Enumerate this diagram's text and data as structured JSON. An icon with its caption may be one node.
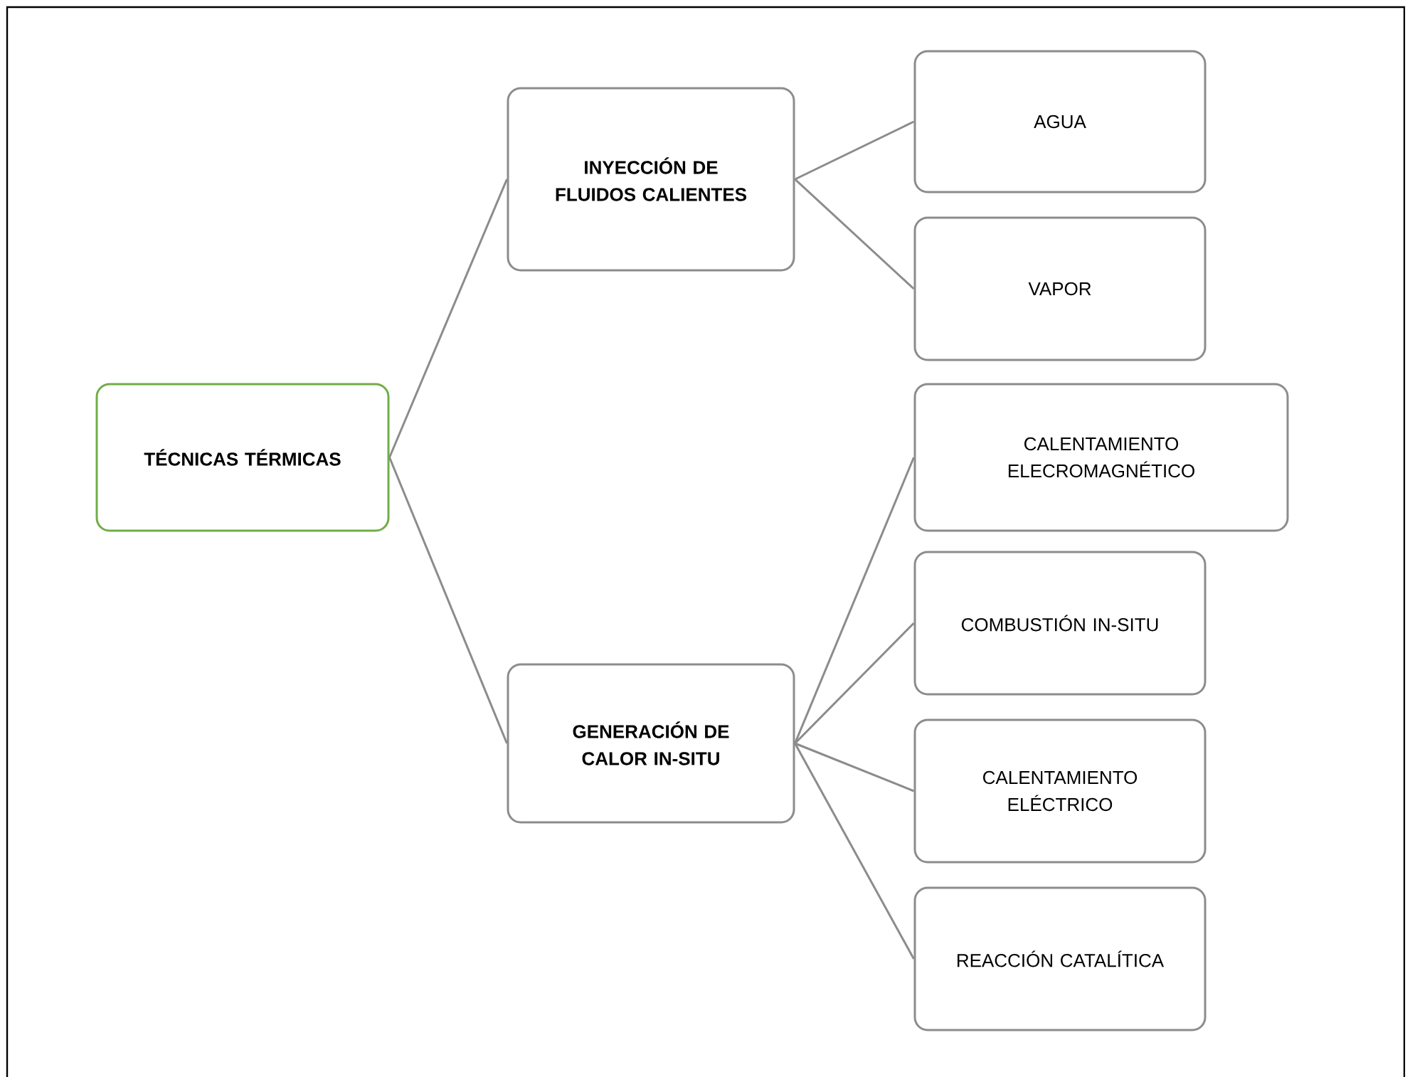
{
  "diagram": {
    "nodes": [
      {
        "text": [
          "TÉCNICAS TÉRMICAS"
        ]
      },
      {
        "text": [
          "INYECCIÓN DE FLUIDOS CALIENTES"
        ]
      },
      {
        "text": [
          "GENERACIÓN DE CALOR IN-SITU"
        ]
      },
      {
        "text": [
          "AGUA"
        ]
      },
      {
        "text": [
          "VAPOR"
        ]
      },
      {
        "text": [
          "CALENTAMIENTO ELECROMAGNÉTICO"
        ]
      },
      {
        "text": [
          "COMBUSTIÓN IN-SITU"
        ]
      },
      {
        "text": [
          "CALENTAMIENTO ELÉCTRICO"
        ]
      },
      {
        "text": [
          "REACCIÓN CATALÍTICA"
        ]
      }
    ],
    "edges": [
      {
        "from": 0,
        "to": 1,
        "arrow": "none"
      },
      {
        "from": 0,
        "to": 2,
        "arrow": "none"
      },
      {
        "from": 1,
        "to": 3,
        "arrow": "none"
      },
      {
        "from": 1,
        "to": 4,
        "arrow": "none"
      },
      {
        "from": 2,
        "to": 5,
        "arrow": "none"
      },
      {
        "from": 2,
        "to": 6,
        "arrow": "none"
      },
      {
        "from": 2,
        "to": 7,
        "arrow": "none"
      },
      {
        "from": 2,
        "to": 8,
        "arrow": "none"
      }
    ]
  }
}
